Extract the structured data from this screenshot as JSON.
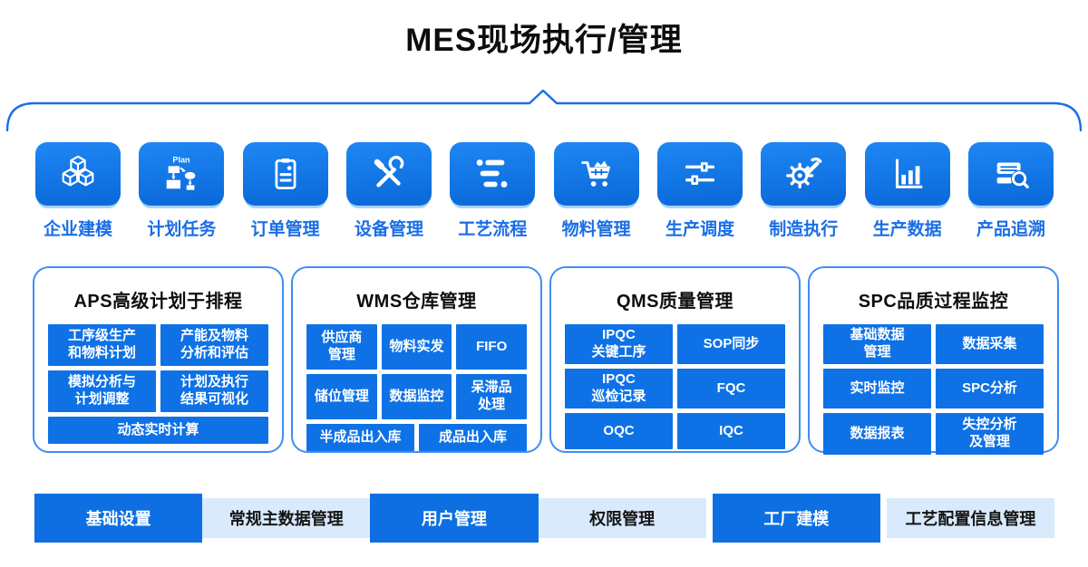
{
  "title": "MES现场执行/管理",
  "colors": {
    "primary_blue": "#0e72e6",
    "tile_blue_top": "#1e87f4",
    "tile_blue_bottom": "#0c6bdb",
    "label_blue": "#1a6ee5",
    "brace_blue": "#1a6ee8",
    "panel_border_blue": "#3e8ef2",
    "light_blue_bg": "#d9eafc",
    "tile_shadow": "#a9d2f8"
  },
  "modules": [
    {
      "label": "企业建模",
      "icon": "cubes-icon"
    },
    {
      "label": "计划任务",
      "icon": "plan-flowchart-icon",
      "badge": "Plan"
    },
    {
      "label": "订单管理",
      "icon": "clipboard-icon"
    },
    {
      "label": "设备管理",
      "icon": "crossed-tools-icon"
    },
    {
      "label": "工艺流程",
      "icon": "process-flow-icon"
    },
    {
      "label": "物料管理",
      "icon": "cart-icon"
    },
    {
      "label": "生产调度",
      "icon": "sliders-icon"
    },
    {
      "label": "制造执行",
      "icon": "gear-wrench-icon"
    },
    {
      "label": "生产数据",
      "icon": "bar-chart-icon"
    },
    {
      "label": "产品追溯",
      "icon": "search-document-icon"
    }
  ],
  "panels": [
    {
      "key": "aps",
      "title": "APS高级计划于排程",
      "rows": [
        [
          "工序级生产\n和物料计划",
          "产能及物料\n分析和评估"
        ],
        [
          "模拟分析与\n计划调整",
          "计划及执行\n结果可视化"
        ],
        [
          "动态实时计算"
        ]
      ]
    },
    {
      "key": "wms",
      "title": "WMS仓库管理",
      "rows": [
        [
          "供应商\n管理",
          "物料实发",
          "FIFO"
        ],
        [
          "储位管理",
          "数据监控",
          "呆滞品\n处理"
        ],
        [
          "半成品出入库",
          "成品出入库"
        ]
      ]
    },
    {
      "key": "qms",
      "title": "QMS质量管理",
      "rows": [
        [
          "IPQC\n关键工序",
          "SOP同步"
        ],
        [
          "IPQC\n巡检记录",
          "FQC"
        ],
        [
          "OQC",
          "IQC"
        ]
      ]
    },
    {
      "key": "spc",
      "title": "SPC品质过程监控",
      "rows": [
        [
          "基础数据\n管理",
          "数据采集"
        ],
        [
          "实时监控",
          "SPC分析"
        ],
        [
          "数据报表",
          "失控分析\n及管理"
        ]
      ]
    }
  ],
  "bottom_bar": [
    {
      "label": "基础设置",
      "variant": "solid"
    },
    {
      "label": "常规主数据管理",
      "variant": "light"
    },
    {
      "label": "用户管理",
      "variant": "solid"
    },
    {
      "label": "权限管理",
      "variant": "light"
    },
    {
      "label": "工厂建模",
      "variant": "solid"
    },
    {
      "label": "工艺配置信息管理",
      "variant": "light"
    }
  ]
}
